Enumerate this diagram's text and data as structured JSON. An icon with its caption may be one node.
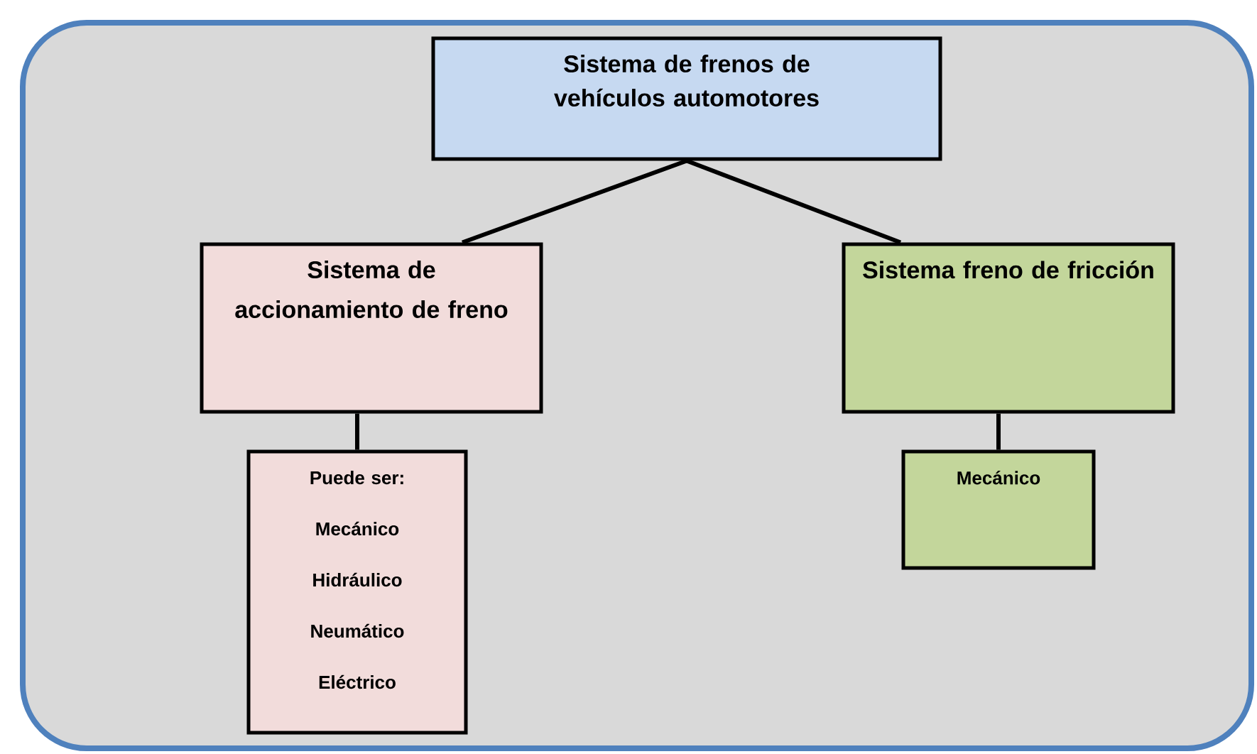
{
  "diagram": {
    "nodes": [
      {
        "text": [
          "Sistema de frenos de vehículos automotores"
        ]
      },
      {
        "text": [
          "Sistema de accionamiento de freno"
        ]
      },
      {
        "text": [
          "Sistema freno de fricción"
        ]
      },
      {
        "text": [
          "Puede ser:",
          "Mecánico",
          "Hidráulico",
          "Neumático",
          "Eléctrico"
        ]
      },
      {
        "text": [
          "Mecánico"
        ]
      }
    ],
    "edges": [
      {
        "from": 0,
        "to": 1,
        "arrow": "none"
      },
      {
        "from": 0,
        "to": 2,
        "arrow": "none"
      },
      {
        "from": 1,
        "to": 3,
        "arrow": "none"
      },
      {
        "from": 2,
        "to": 4,
        "arrow": "none"
      }
    ]
  }
}
